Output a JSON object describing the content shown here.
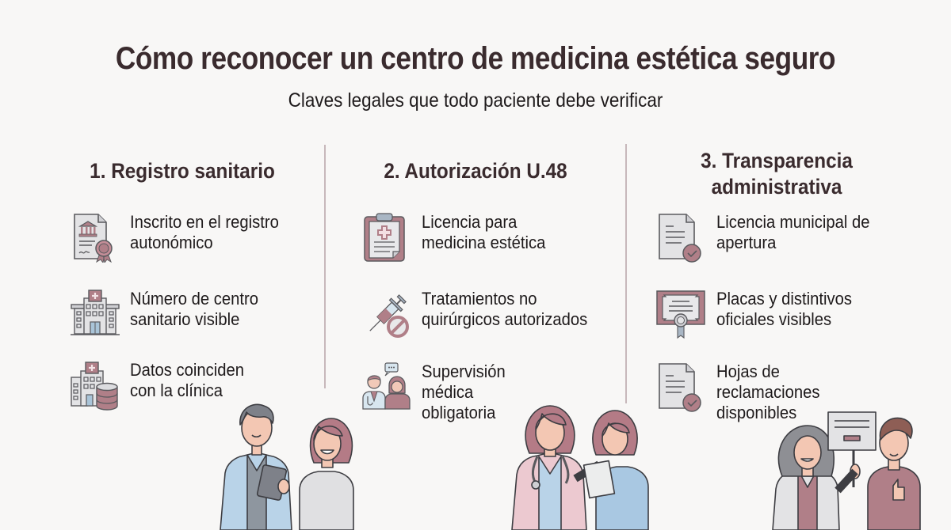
{
  "header": {
    "title": "Cómo reconocer un centro de medicina estética seguro",
    "subtitle": "Claves legales que todo paciente debe verificar"
  },
  "colors": {
    "heading": "#3a2b2e",
    "accent_rose": "#b07f88",
    "icon_gray": "#e3e3e5",
    "divider": "#c7b8bb",
    "background": "#f8f7f6"
  },
  "columns": [
    {
      "title": "1. Registro sanitario",
      "items": [
        {
          "icon": "certificate-with-institution-and-rosette-icon",
          "text": "Inscrito en el registro\nautonómico"
        },
        {
          "icon": "hospital-building-icon",
          "text": "Número de centro\nsanitario visible"
        },
        {
          "icon": "hospital-database-icon",
          "text": "Datos coinciden\ncon la clínica"
        }
      ],
      "illustration": "doctor-with-tablet-and-smiling-patient"
    },
    {
      "title": "2. Autorización U.48",
      "items": [
        {
          "icon": "medical-clipboard-icon",
          "text": "Licencia para\nmedicina estética"
        },
        {
          "icon": "syringe-prohibited-icon",
          "text": "Tratamientos no\nquirúrgicos autorizados"
        },
        {
          "icon": "doctor-patient-chat-icon",
          "text": "Supervisión\nmédica\nobligatoria"
        }
      ],
      "illustration": "female-doctor-with-stethoscope-and-patient"
    },
    {
      "title": "3. Transparencia\nadministrativa",
      "items": [
        {
          "icon": "document-check-icon",
          "text": "Licencia municipal de\napertura"
        },
        {
          "icon": "official-plaque-icon",
          "text": "Placas y distintivos\noficiales visibles"
        },
        {
          "icon": "document-check-icon",
          "text": "Hojas de\nreclamaciones\ndisponibles"
        }
      ],
      "illustration": "doctor-holding-sign-and-patient-thumbs-up"
    }
  ]
}
